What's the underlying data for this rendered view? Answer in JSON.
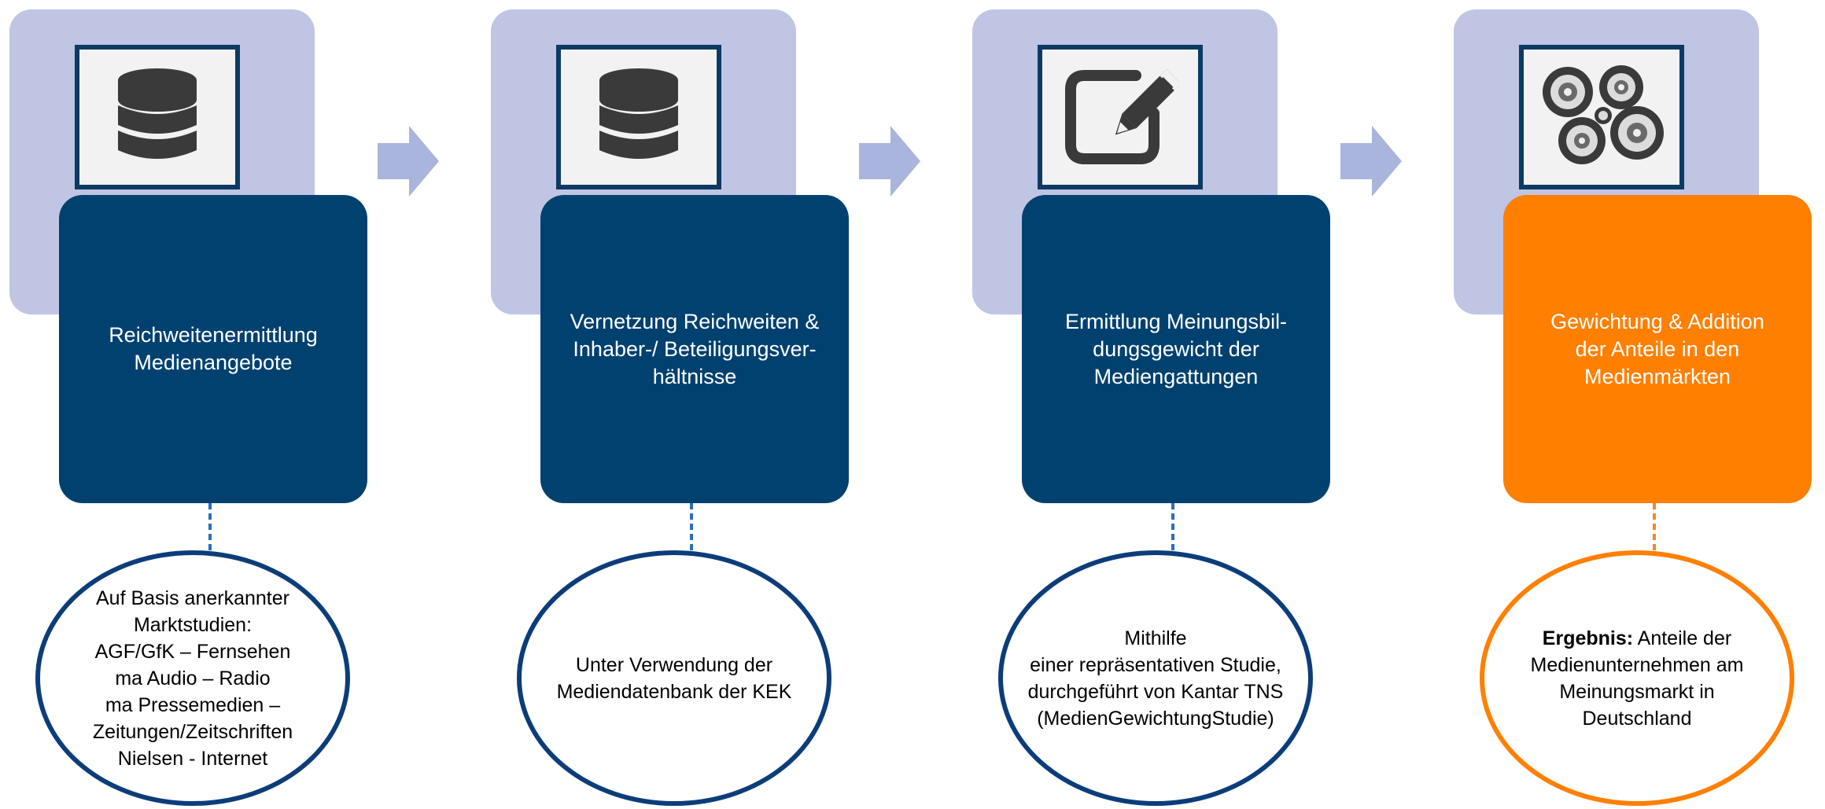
{
  "colors": {
    "step_box": "#004170",
    "result_box": "#ff7f00",
    "background_square": "#bfc5e3",
    "arrow": "#a9b5dc",
    "ellipse_border": "#0c3d7a",
    "result_border": "#ff7f00"
  },
  "steps": [
    {
      "icon": "database-icon",
      "title": "Reichweitenermittlung\nMedienangebote",
      "note": "Auf Basis anerkannter\nMarktstudien:\nAGF/GfK – Fernsehen\nma Audio – Radio\nma Pressemedien –\nZeitungen/Zeitschriften\nNielsen - Internet"
    },
    {
      "icon": "database-icon",
      "title": "Vernetzung Reichweiten &\nInhaber-/ Beteiligungsver-\nhältnisse",
      "note": "Unter Verwendung der\nMediendatenbank der KEK"
    },
    {
      "icon": "edit-pencil-icon",
      "title": "Ermittlung Meinungsbil-\ndungsgewicht der\nMediengattungen",
      "note": "Mithilfe\neiner repräsentativen Studie,\ndurchgeführt von Kantar TNS\n(MedienGewichtungStudie)"
    },
    {
      "icon": "circle-packing-icon",
      "title": "Gewichtung & Addition\nder Anteile in den\nMedienmärkten",
      "note_bold": "Ergebnis:",
      "note": " Anteile der\nMedienunternehmen am\nMeinungsmarkt in\nDeutschland"
    }
  ]
}
